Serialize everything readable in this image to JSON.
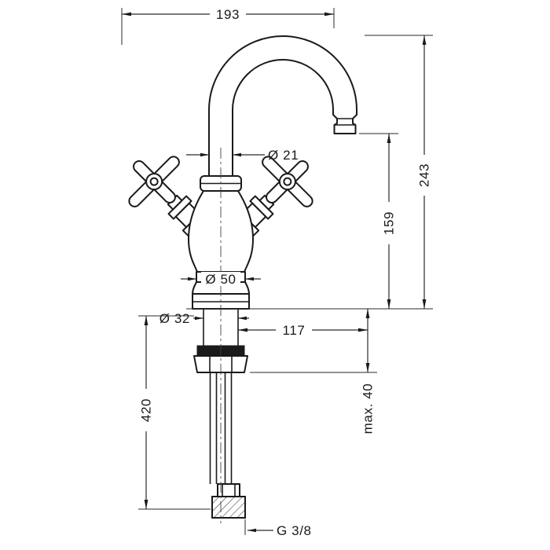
{
  "drawing": {
    "dims": {
      "top_width": "193",
      "total_height": "243",
      "outlet_height": "159",
      "spout_diameter": "Ø 21",
      "base_diameter": "Ø 50",
      "shank_diameter": "Ø 32",
      "spout_reach": "117",
      "max_counter_thickness": "max. 40",
      "supply_length": "420",
      "connection_thread": "G 3/8"
    }
  }
}
